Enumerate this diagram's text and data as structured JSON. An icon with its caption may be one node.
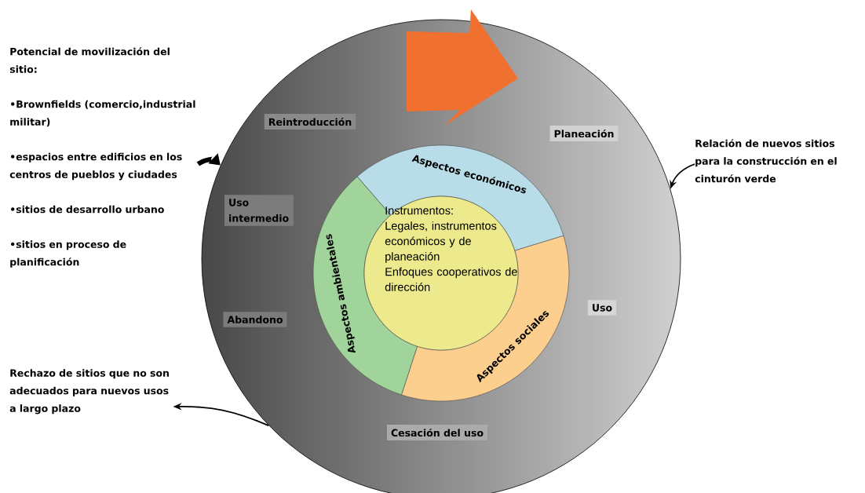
{
  "diagram": {
    "nodes": [
      {
        "text": [],
        "shape": "circle"
      },
      {
        "text": [
          "Reintroducción"
        ],
        "in": 0
      },
      {
        "text": [
          "Planeación"
        ],
        "in": 0
      },
      {
        "text": [
          "Uso intermedio"
        ],
        "in": 0
      },
      {
        "text": [
          "Uso"
        ],
        "in": 0
      },
      {
        "text": [
          "Abandono"
        ],
        "in": 0
      },
      {
        "text": [
          "Cesación del uso"
        ],
        "in": 0
      },
      {
        "text": [
          "Aspectos económicos"
        ],
        "in": 0
      },
      {
        "text": [
          "Aspectos ambientales"
        ],
        "in": 0
      },
      {
        "text": [
          "Aspectos sociales"
        ],
        "in": 0
      },
      {
        "text": [
          "Instrumentos:",
          "Legales, instrumentos económicos y de planeación",
          "Enfoques cooperativos de dirección"
        ],
        "in": 0
      },
      {
        "text": [
          "Potencial de movilización del sitio:",
          "•Brownfields (comercio,industrial militar)",
          "•espacios entre edificios en los centros de pueblos y ciudades",
          "•sitios de desarrollo urbano",
          "•sitios en proceso de planificación"
        ]
      },
      {
        "text": [
          "Relación de nuevos sitios para la construcción en el cinturón verde"
        ]
      },
      {
        "text": [
          "Rechazo de sitios que no son adecuados para nuevos usos a largo plazo"
        ]
      }
    ],
    "edges": [
      {
        "from": 11,
        "to": 0,
        "arrow": "to",
        "style": "thick"
      },
      {
        "from": 12,
        "to": 0,
        "arrow": "to"
      },
      {
        "from": 0,
        "to": 13,
        "arrow": "to"
      }
    ]
  }
}
